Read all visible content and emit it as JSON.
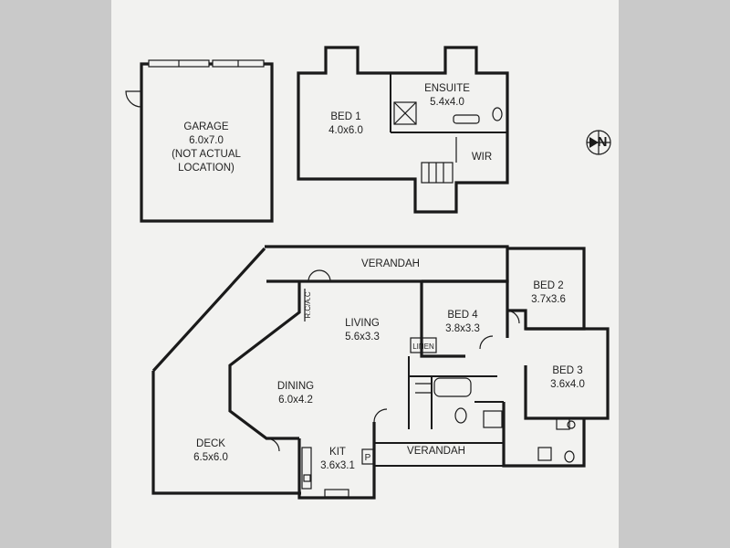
{
  "rooms": {
    "garage": {
      "name": "GARAGE",
      "size": "6.0x7.0",
      "note_line1": "(NOT ACTUAL",
      "note_line2": "LOCATION)"
    },
    "bed1": {
      "name": "BED 1",
      "size": "4.0x6.0"
    },
    "ensuite": {
      "name": "ENSUITE",
      "size": "5.4x4.0"
    },
    "wir": {
      "name": "WIR"
    },
    "verandah_top": {
      "name": "VERANDAH"
    },
    "bed2": {
      "name": "BED 2",
      "size": "3.7x3.6"
    },
    "bed4": {
      "name": "BED 4",
      "size": "3.8x3.3"
    },
    "living": {
      "name": "LIVING",
      "size": "5.6x3.3"
    },
    "rcac": {
      "name": "R.C/A.C"
    },
    "linen": {
      "name": "LINEN"
    },
    "bed3": {
      "name": "BED 3",
      "size": "3.6x4.0"
    },
    "dining": {
      "name": "DINING",
      "size": "6.0x4.2"
    },
    "deck": {
      "name": "DECK",
      "size": "6.5x6.0"
    },
    "kit": {
      "name": "KIT",
      "size": "3.6x3.1"
    },
    "pantry": {
      "name": "P"
    },
    "verandah_bottom": {
      "name": "VERANDAH"
    }
  },
  "compass": {
    "label": "N"
  },
  "colors": {
    "paper": "#f2f2f0",
    "wall": "#1a1a1a",
    "bezel": "#c9c9c9"
  }
}
